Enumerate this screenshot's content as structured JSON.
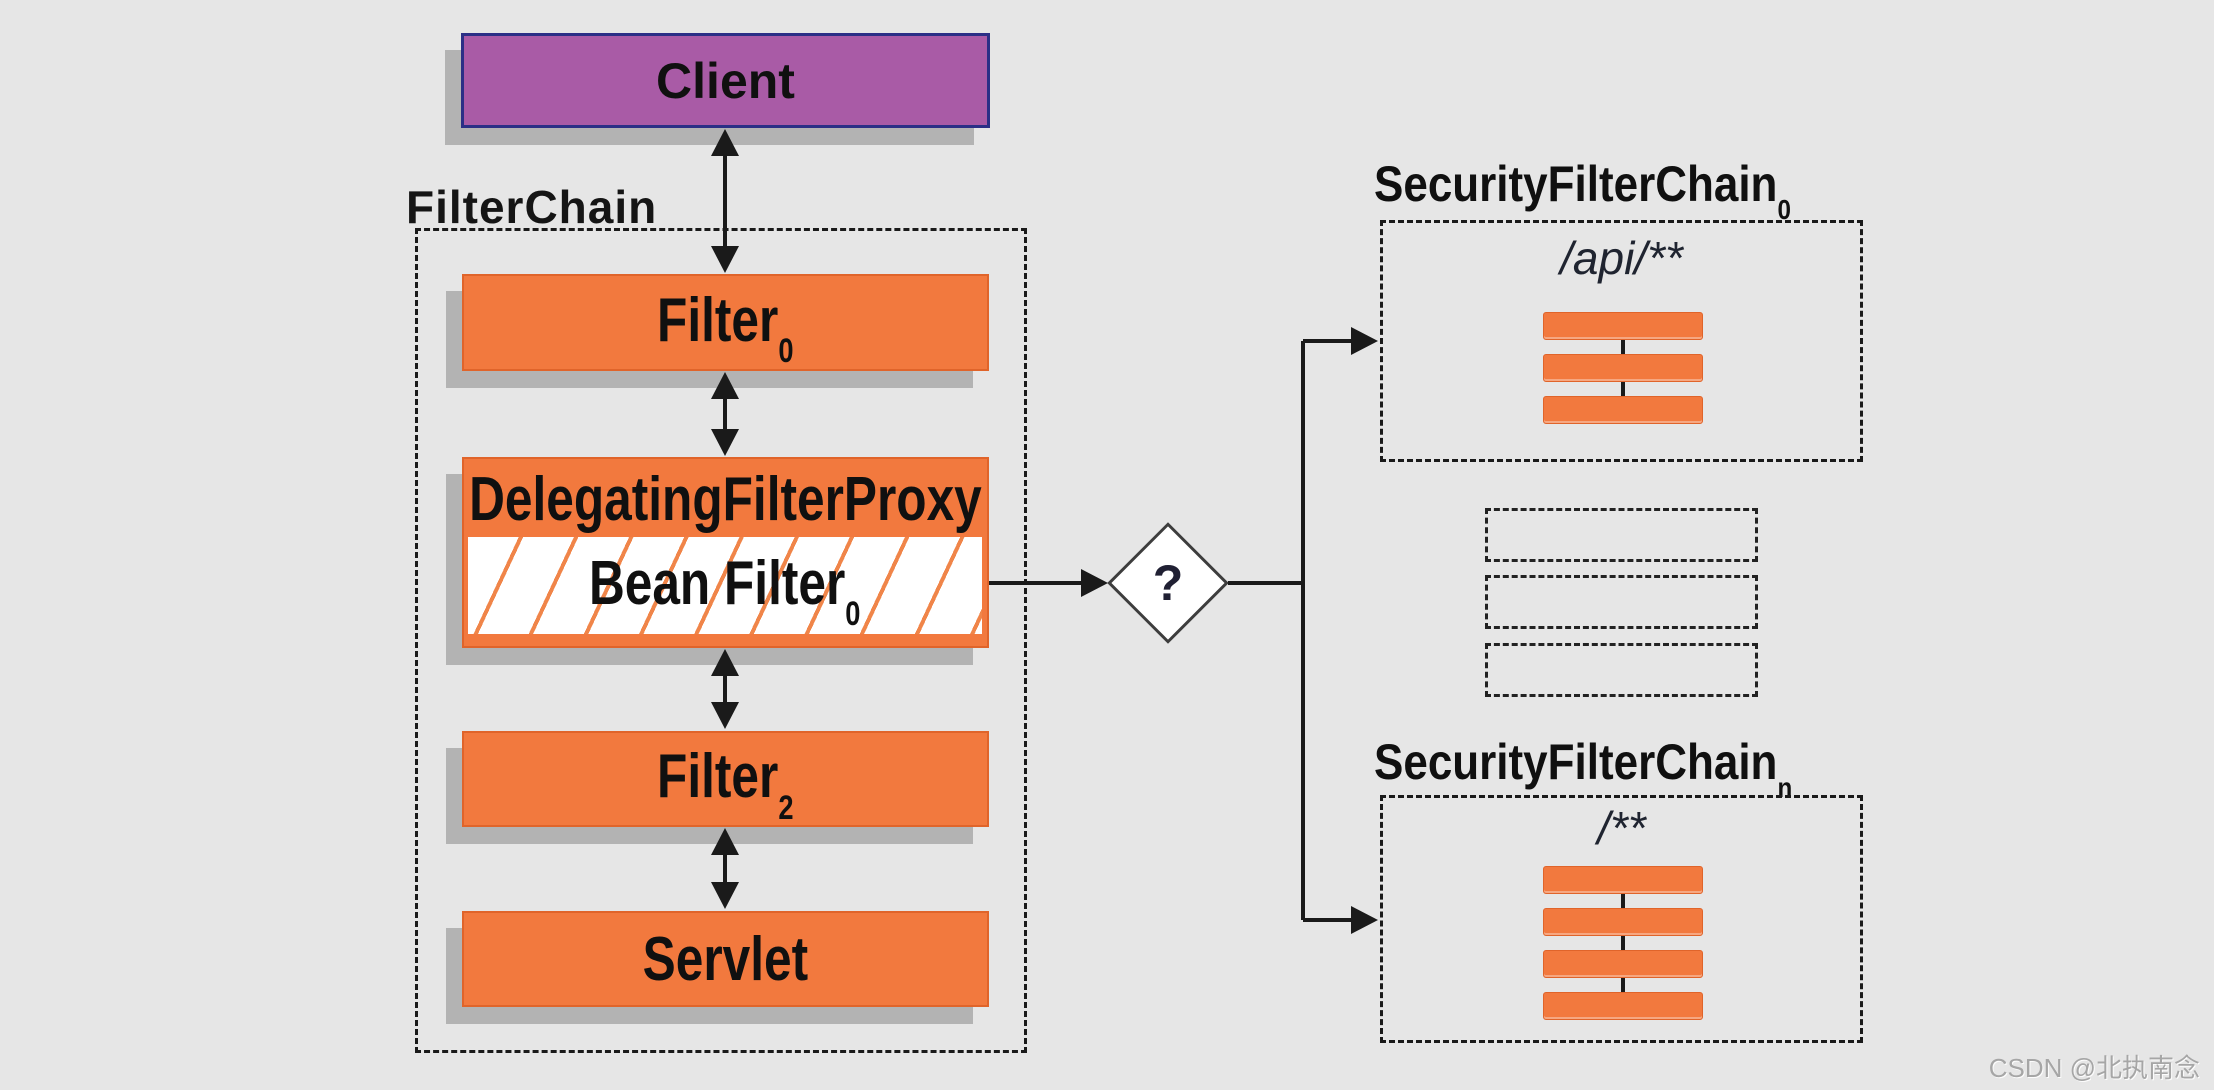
{
  "diagram": {
    "background": "#e6e6e6",
    "watermark": "CSDN @北执南念"
  },
  "client": {
    "label": "Client"
  },
  "filter_chain": {
    "label": "FilterChain",
    "filter0": {
      "name": "Filter",
      "sub": "0"
    },
    "delegating_filter_proxy": {
      "name": "DelegatingFilterProxy"
    },
    "bean_filter": {
      "name": "Bean Filter",
      "sub": "0"
    },
    "filter2": {
      "name": "Filter",
      "sub": "2"
    },
    "servlet": {
      "name": "Servlet"
    }
  },
  "decision": {
    "label": "?"
  },
  "security_filter_chains": {
    "chain0": {
      "label": "SecurityFilterChain",
      "sub": "0",
      "url_pattern": "/api/**",
      "filter_count": 3
    },
    "chain_n": {
      "label": "SecurityFilterChain",
      "sub": "n",
      "url_pattern": "/**",
      "filter_count": 4
    },
    "placeholder_count": 3
  },
  "colors": {
    "box_orange": "#f2793e",
    "orange_border": "#e0642a",
    "client_purple": "#a95ba6",
    "client_border": "#2b2f86",
    "line_black": "#1a1a1a",
    "shadow": "rgba(0,0,0,0.22)"
  }
}
